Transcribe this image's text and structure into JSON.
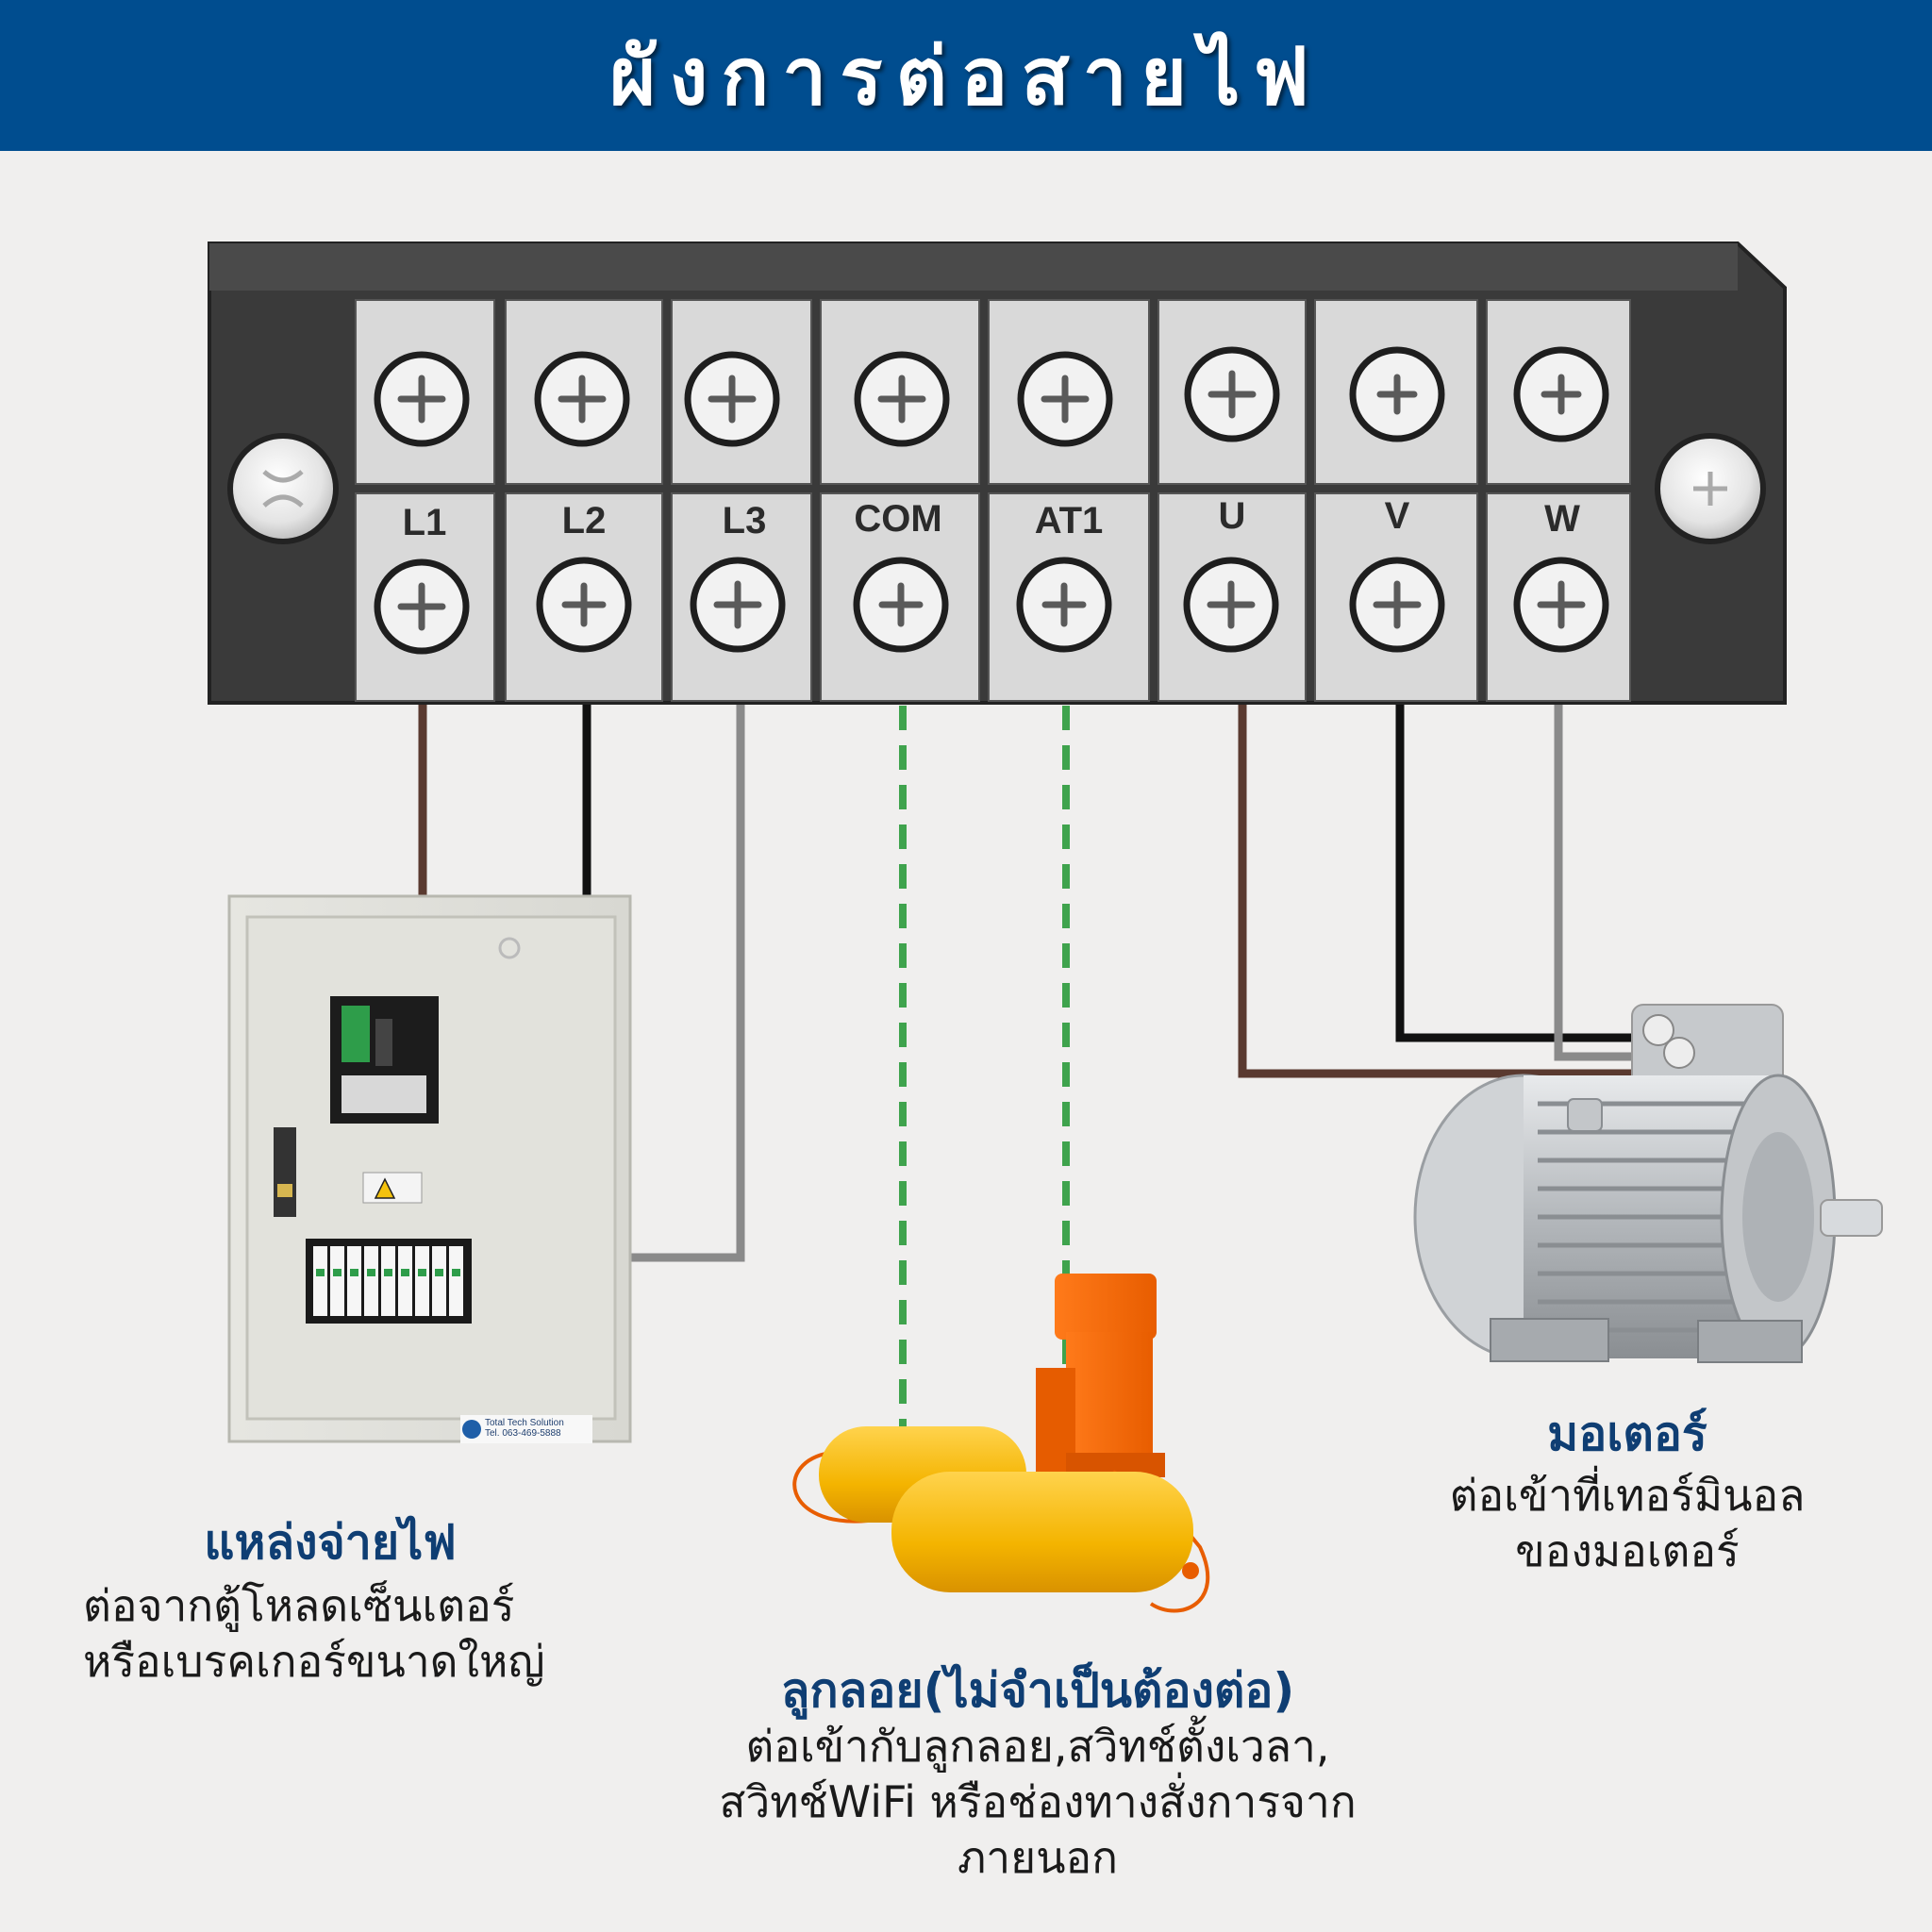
{
  "header": {
    "title": "ผังการต่อสายไฟ",
    "background_color": "#004d8f"
  },
  "terminal_block": {
    "terminals": [
      {
        "label": "L1",
        "wire_color": "#5a3a30",
        "wire_style": "solid",
        "connects_to": "power_source"
      },
      {
        "label": "L2",
        "wire_color": "#111111",
        "wire_style": "solid",
        "connects_to": "power_source"
      },
      {
        "label": "L3",
        "wire_color": "#8a8a8a",
        "wire_style": "solid",
        "connects_to": "power_source"
      },
      {
        "label": "COM",
        "wire_color": "#3fa34d",
        "wire_style": "dashed",
        "connects_to": "float_switch"
      },
      {
        "label": "AT1",
        "wire_color": "#3fa34d",
        "wire_style": "dashed",
        "connects_to": "float_switch"
      },
      {
        "label": "U",
        "wire_color": "#5a3a30",
        "wire_style": "solid",
        "connects_to": "motor"
      },
      {
        "label": "V",
        "wire_color": "#111111",
        "wire_style": "solid",
        "connects_to": "motor"
      },
      {
        "label": "W",
        "wire_color": "#8a8a8a",
        "wire_style": "solid",
        "connects_to": "motor"
      }
    ]
  },
  "devices": {
    "power_source": {
      "title": "แหล่งจ่ายไฟ",
      "description_lines": [
        "ต่อจากตู้โหลดเซ็นเตอร์",
        "หรือเบรคเกอร์ขนาดใหญ่"
      ],
      "image": "load-center-cabinet",
      "badge_text": "Total Tech Solution",
      "badge_phone": "Tel. 063-469-5888"
    },
    "float_switch": {
      "title": "ลูกลอย(ไม่จำเป็นต้องต่อ)",
      "description_lines": [
        "ต่อเข้ากับลูกลอย,สวิทช์ตั้งเวลา,",
        "สวิทช์WiFi หรือช่องทางสั่งการจาก",
        "ภายนอก"
      ],
      "image": "float-switch"
    },
    "motor": {
      "title": "มอเตอร์",
      "description_lines": [
        "ต่อเข้าที่เทอร์มินอล",
        "ของมอเตอร์"
      ],
      "image": "electric-motor"
    }
  },
  "colors": {
    "background": "#f0efee",
    "caption_title": "#0f3e73",
    "terminal_block_body": "#3a3a3a",
    "terminal_cell": "#d9d9d9"
  }
}
